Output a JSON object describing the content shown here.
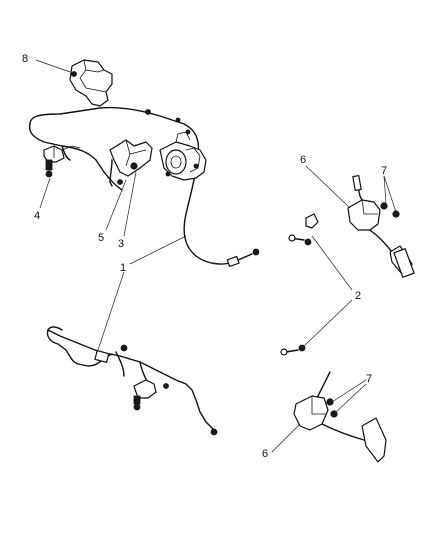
{
  "callouts": {
    "c8": "8",
    "c4": "4",
    "c5": "5",
    "c3": "3",
    "c1": "1",
    "c6_top": "6",
    "c7_top": "7",
    "c2": "2",
    "c7_bottom": "7",
    "c6_bottom": "6"
  }
}
